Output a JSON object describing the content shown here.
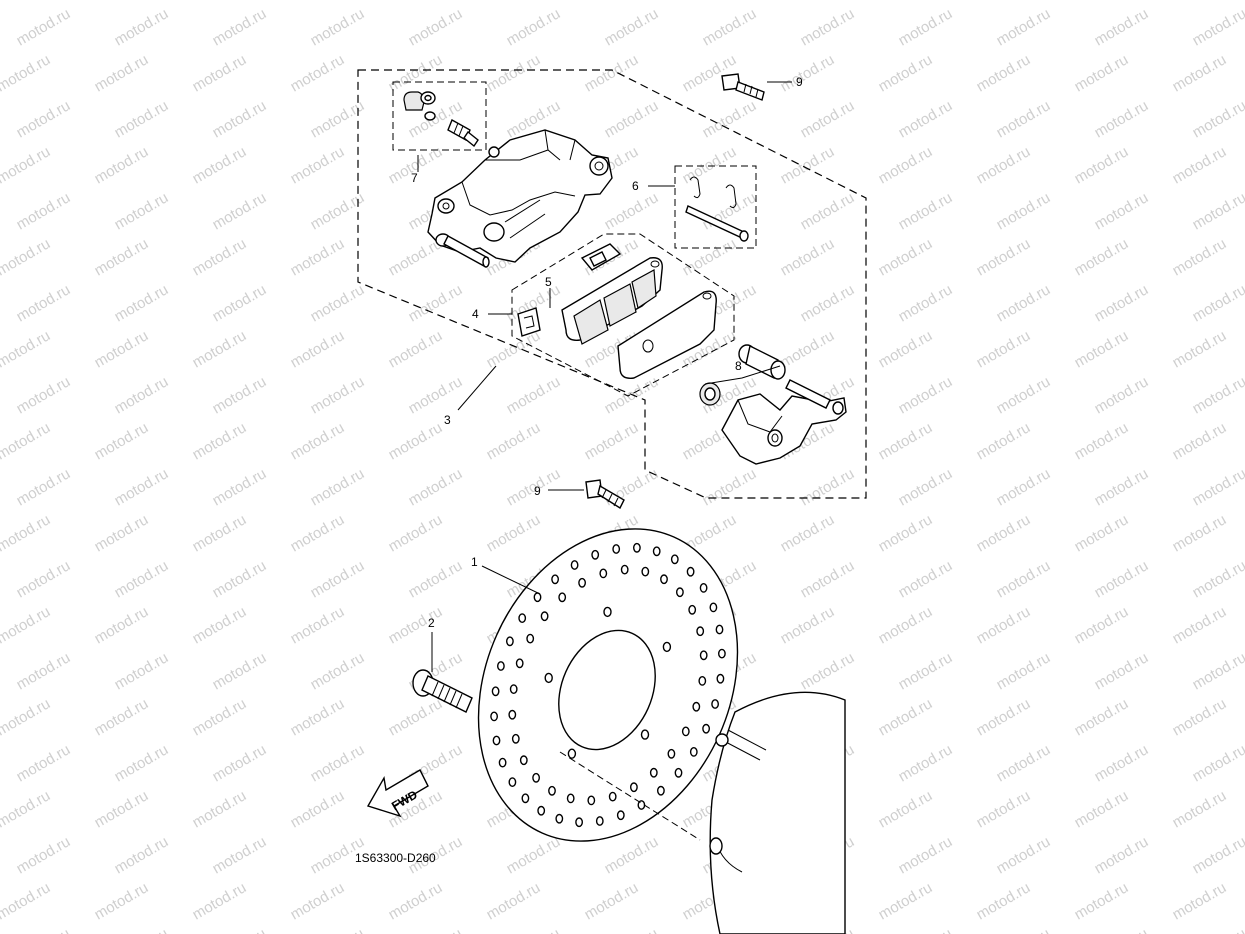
{
  "watermark": {
    "text": "motod.ru",
    "color": "#cfcfcf"
  },
  "diagram_code": "1S63300-D260",
  "forward_arrow": {
    "text": "FWD"
  },
  "callouts": [
    {
      "id": "c1",
      "label": "1"
    },
    {
      "id": "c2",
      "label": "2"
    },
    {
      "id": "c3",
      "label": "3"
    },
    {
      "id": "c4",
      "label": "4"
    },
    {
      "id": "c5",
      "label": "5"
    },
    {
      "id": "c6",
      "label": "6"
    },
    {
      "id": "c7",
      "label": "7"
    },
    {
      "id": "c8",
      "label": "8"
    },
    {
      "id": "c9a",
      "label": "9"
    },
    {
      "id": "c9b",
      "label": "9"
    }
  ]
}
